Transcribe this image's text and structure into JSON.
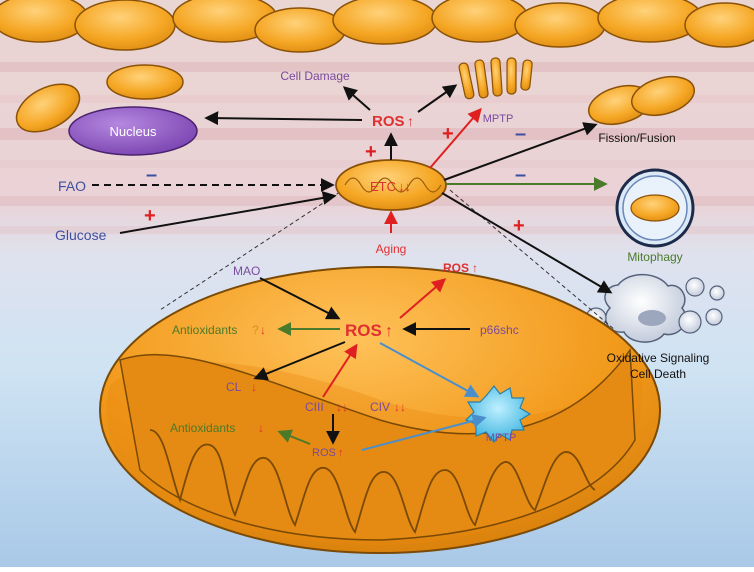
{
  "labels": {
    "nucleus": "Nucleus",
    "cell_damage": "Cell Damage",
    "ros_top": "ROS",
    "mptp_top": "MPTP",
    "fission_fusion": "Fission/Fusion",
    "etc": "ETC",
    "fao": "FAO",
    "glucose": "Glucose",
    "aging": "Aging",
    "mitophagy": "Mitophagy",
    "oxidative_line1": "Oxidative Signaling",
    "oxidative_line2": "Cell Death",
    "mao": "MAO",
    "ros_zoom_small": "ROS",
    "ros_zoom_big": "ROS",
    "antioxidants_top": "Antioxidants",
    "p66shc": "p66shc",
    "cl": "CL",
    "ciii": "CIII",
    "civ": "CIV",
    "mptp_zoom": "MPTP",
    "antioxidants_bottom": "Antioxidants",
    "ros_bottom": "ROS"
  },
  "symbols": {
    "plus": "+",
    "minus": "–",
    "up": "↑",
    "down_double": "↓↓",
    "question": "?",
    "down": "↓"
  },
  "colors": {
    "activation_arrow": "#e02020",
    "inhibition_sign": "#3f4fa0",
    "antioxidant_arrow": "#4a7a2a",
    "mptp_arrow": "#4a8fcc",
    "mitochondria_fill": "#f0a023",
    "nucleus_fill": "#8e5cc0"
  }
}
